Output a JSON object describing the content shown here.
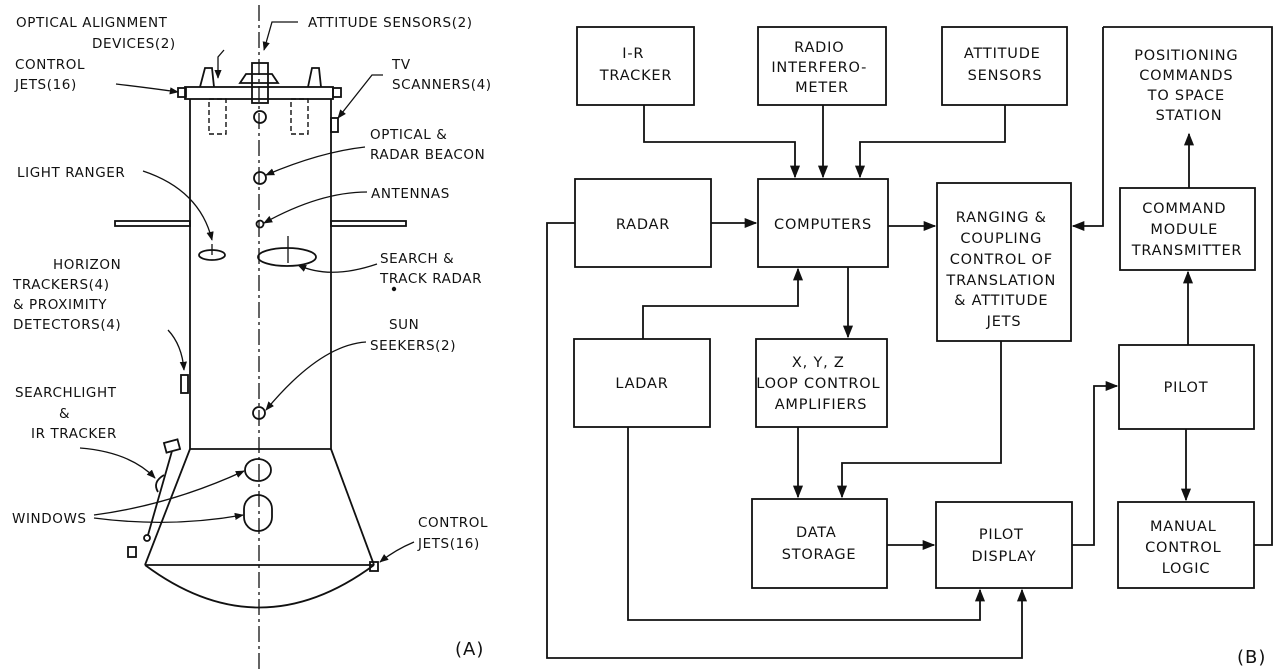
{
  "left": {
    "labels": {
      "optical_alignment": [
        "OPTICAL ALIGNMENT",
        "DEVICES(2)"
      ],
      "attitude_sensors": [
        "ATTITUDE SENSORS(2)"
      ],
      "control_jets_top": [
        "CONTROL",
        "JETS(16)"
      ],
      "tv_scanners": [
        "TV",
        "SCANNERS(4)"
      ],
      "optical_radar_beacon": [
        "OPTICAL &",
        "RADAR BEACON"
      ],
      "light_ranger": [
        "LIGHT RANGER"
      ],
      "antennas": [
        "ANTENNAS"
      ],
      "search_track_radar": [
        "SEARCH &",
        "TRACK RADAR"
      ],
      "horizon_trackers": [
        "HORIZON",
        "TRACKERS(4)",
        "& PROXIMITY",
        "DETECTORS(4)"
      ],
      "sun_seekers": [
        "SUN",
        "SEEKERS(2)"
      ],
      "searchlight": [
        "SEARCHLIGHT",
        "&",
        "IR TRACKER"
      ],
      "windows": [
        "WINDOWS"
      ],
      "control_jets_bottom": [
        "CONTROL",
        "JETS(16)"
      ]
    },
    "panel_label": "(A)"
  },
  "right": {
    "boxes": {
      "ir_tracker": [
        "I-R",
        "TRACKER"
      ],
      "radio_interferometer": [
        "RADIO",
        "INTERFERO-",
        "METER"
      ],
      "attitude_sensors": [
        "ATTITUDE",
        "SENSORS"
      ],
      "positioning_commands": [
        "POSITIONING",
        "COMMANDS",
        "TO SPACE",
        "STATION"
      ],
      "radar": [
        "RADAR"
      ],
      "computers": [
        "COMPUTERS"
      ],
      "ranging": [
        "RANGING &",
        "COUPLING",
        "CONTROL OF",
        "TRANSLATION",
        "& ATTITUDE",
        "JETS"
      ],
      "command_module": [
        "COMMAND",
        "MODULE",
        "TRANSMITTER"
      ],
      "ladar": [
        "LADAR"
      ],
      "loop_control": [
        "X, Y, Z",
        "LOOP CONTROL",
        "AMPLIFIERS"
      ],
      "pilot": [
        "PILOT"
      ],
      "data_storage": [
        "DATA",
        "STORAGE"
      ],
      "pilot_display": [
        "PILOT",
        "DISPLAY"
      ],
      "manual_control": [
        "MANUAL",
        "CONTROL",
        "LOGIC"
      ]
    },
    "panel_label": "(B)"
  }
}
